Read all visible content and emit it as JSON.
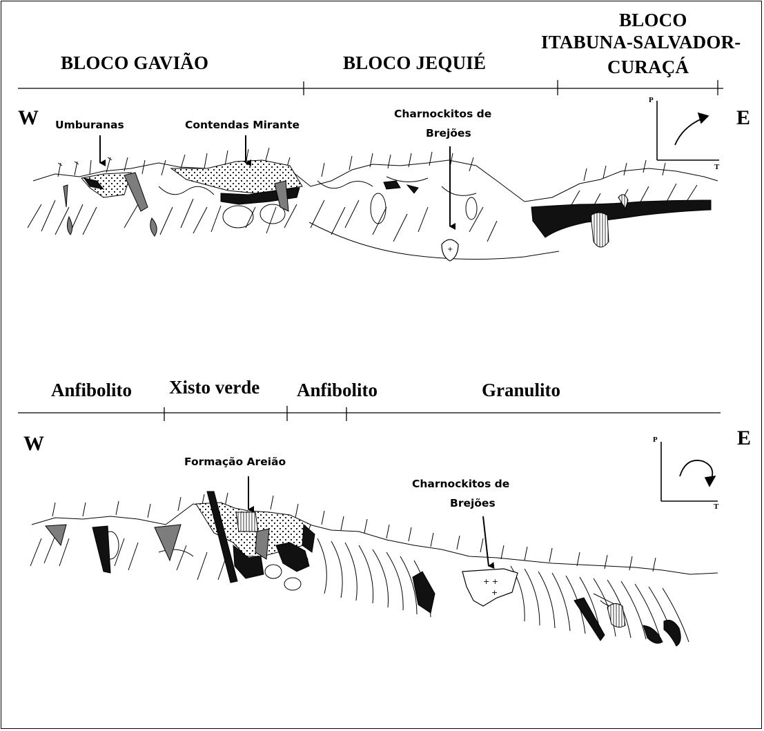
{
  "top_section": {
    "blocks": [
      "BLOCO GAVIÃO",
      "BLOCO JEQUIÉ"
    ],
    "block_itabuna": {
      "line1": "BLOCO",
      "line2": "ITABUNA-SALVADOR-",
      "line3": "CURAÇÁ"
    },
    "west": "W",
    "east": "E",
    "annotations": {
      "umburanas": "Umburanas",
      "contendas": "Contendas Mirante",
      "charnockitos_l1": "Charnockitos de",
      "charnockitos_l2": "Brejões"
    },
    "pt_axes": {
      "p": "P",
      "t": "T"
    }
  },
  "bottom_section": {
    "facies": [
      "Anfibolito",
      "Xisto verde",
      "Anfibolito",
      "Granulito"
    ],
    "west": "W",
    "east": "E",
    "annotations": {
      "areiao": "Formação Areião",
      "charnockitos_l1": "Charnockitos de",
      "charnockitos_l2": "Brejões"
    },
    "pt_axes": {
      "p": "P",
      "t": "T"
    }
  },
  "colors": {
    "ink": "#000000",
    "grey_fill": "#7d7d7d",
    "black_fill": "#111111"
  }
}
